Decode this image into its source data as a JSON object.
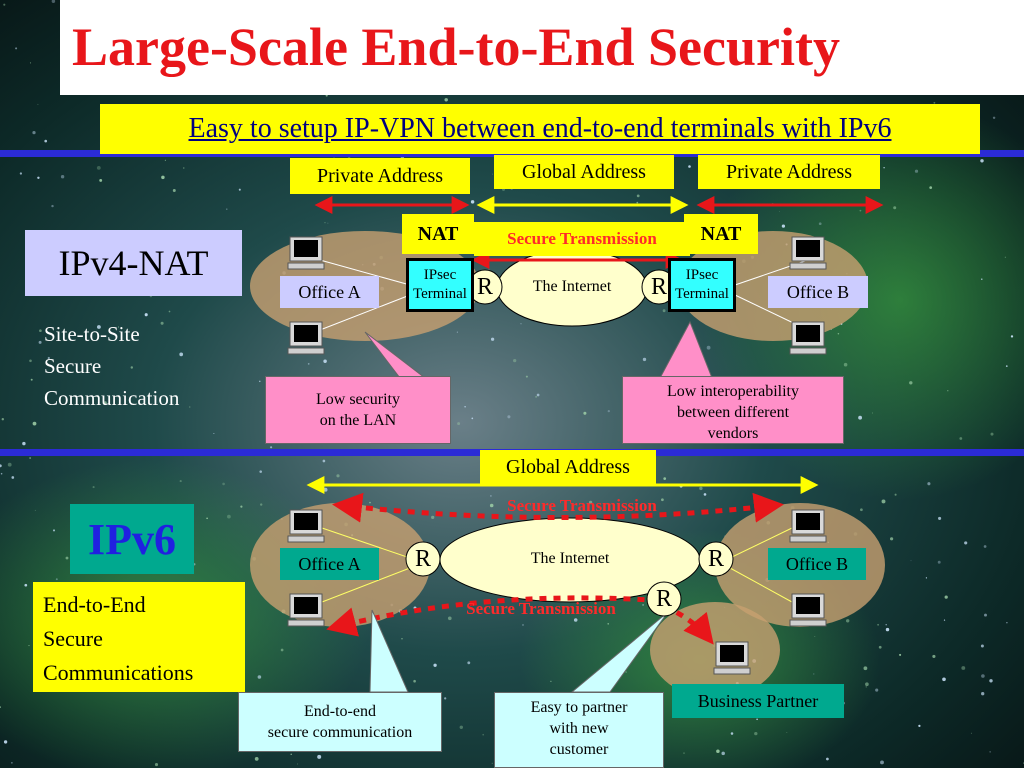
{
  "slide": {
    "title": "Large-Scale End-to-End Security",
    "subtitle": "Easy to setup IP-VPN between end-to-end terminals with IPv6"
  },
  "ipv4": {
    "label": "IPv4-NAT",
    "description": [
      "Site-to-Site",
      "Secure",
      "Communication"
    ],
    "private_address_left": "Private Address",
    "global_address": "Global Address",
    "private_address_right": "Private Address",
    "nat_left": "NAT",
    "nat_right": "NAT",
    "secure_transmission": "Secure Transmission",
    "office_a": "Office A",
    "office_b": "Office B",
    "ipsec_left": [
      "IPsec",
      "Terminal"
    ],
    "ipsec_right": [
      "IPsec",
      "Terminal"
    ],
    "router_left": "R",
    "router_right": "R",
    "internet": "The Internet",
    "callout_left": [
      "Low security",
      "on the LAN"
    ],
    "callout_right": [
      "Low interoperability",
      "between different",
      "vendors"
    ]
  },
  "ipv6": {
    "label": "IPv6",
    "description": [
      "End-to-End",
      "Secure",
      "Communications"
    ],
    "global_address": "Global Address",
    "secure_transmission_top": "Secure Transmission",
    "secure_transmission_bottom": "Secure Transmission",
    "office_a": "Office A",
    "office_b": "Office B",
    "router_left": "R",
    "router_right": "R",
    "router_partner": "R",
    "internet": "The Internet",
    "business_partner": "Business Partner",
    "callout_left": [
      "End-to-end",
      "secure communication"
    ],
    "callout_right": [
      "Easy to partner",
      "with new",
      "customer"
    ]
  },
  "colors": {
    "title_red": "#e8161a",
    "divider_blue": "#2b2bd6",
    "label_yellow": "#ffff00",
    "office_green": "#00a98f",
    "callout_pink": "#ff8fc8",
    "callout_cyan": "#ccffff",
    "ipsec_cyan": "#33ffff",
    "arrow_red": "#e8161a",
    "arrow_yellow": "#ffff00"
  },
  "icons": [
    "computer-terminal-icon",
    "router-icon"
  ]
}
